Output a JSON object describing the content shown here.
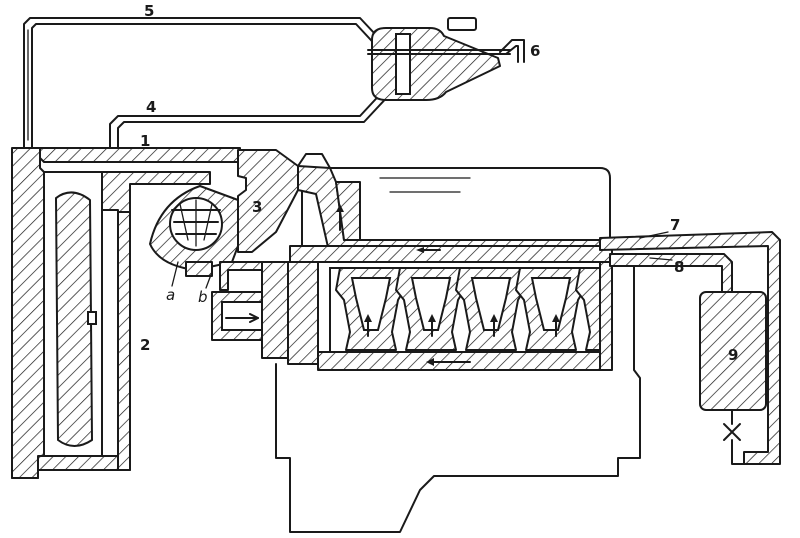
{
  "callouts": {
    "label_1": "1",
    "label_2": "2",
    "label_3": "3",
    "label_4": "4",
    "label_5": "5",
    "label_6": "6",
    "label_7": "7",
    "label_8": "8",
    "label_9": "9",
    "label_a": "a",
    "label_b": "b"
  }
}
